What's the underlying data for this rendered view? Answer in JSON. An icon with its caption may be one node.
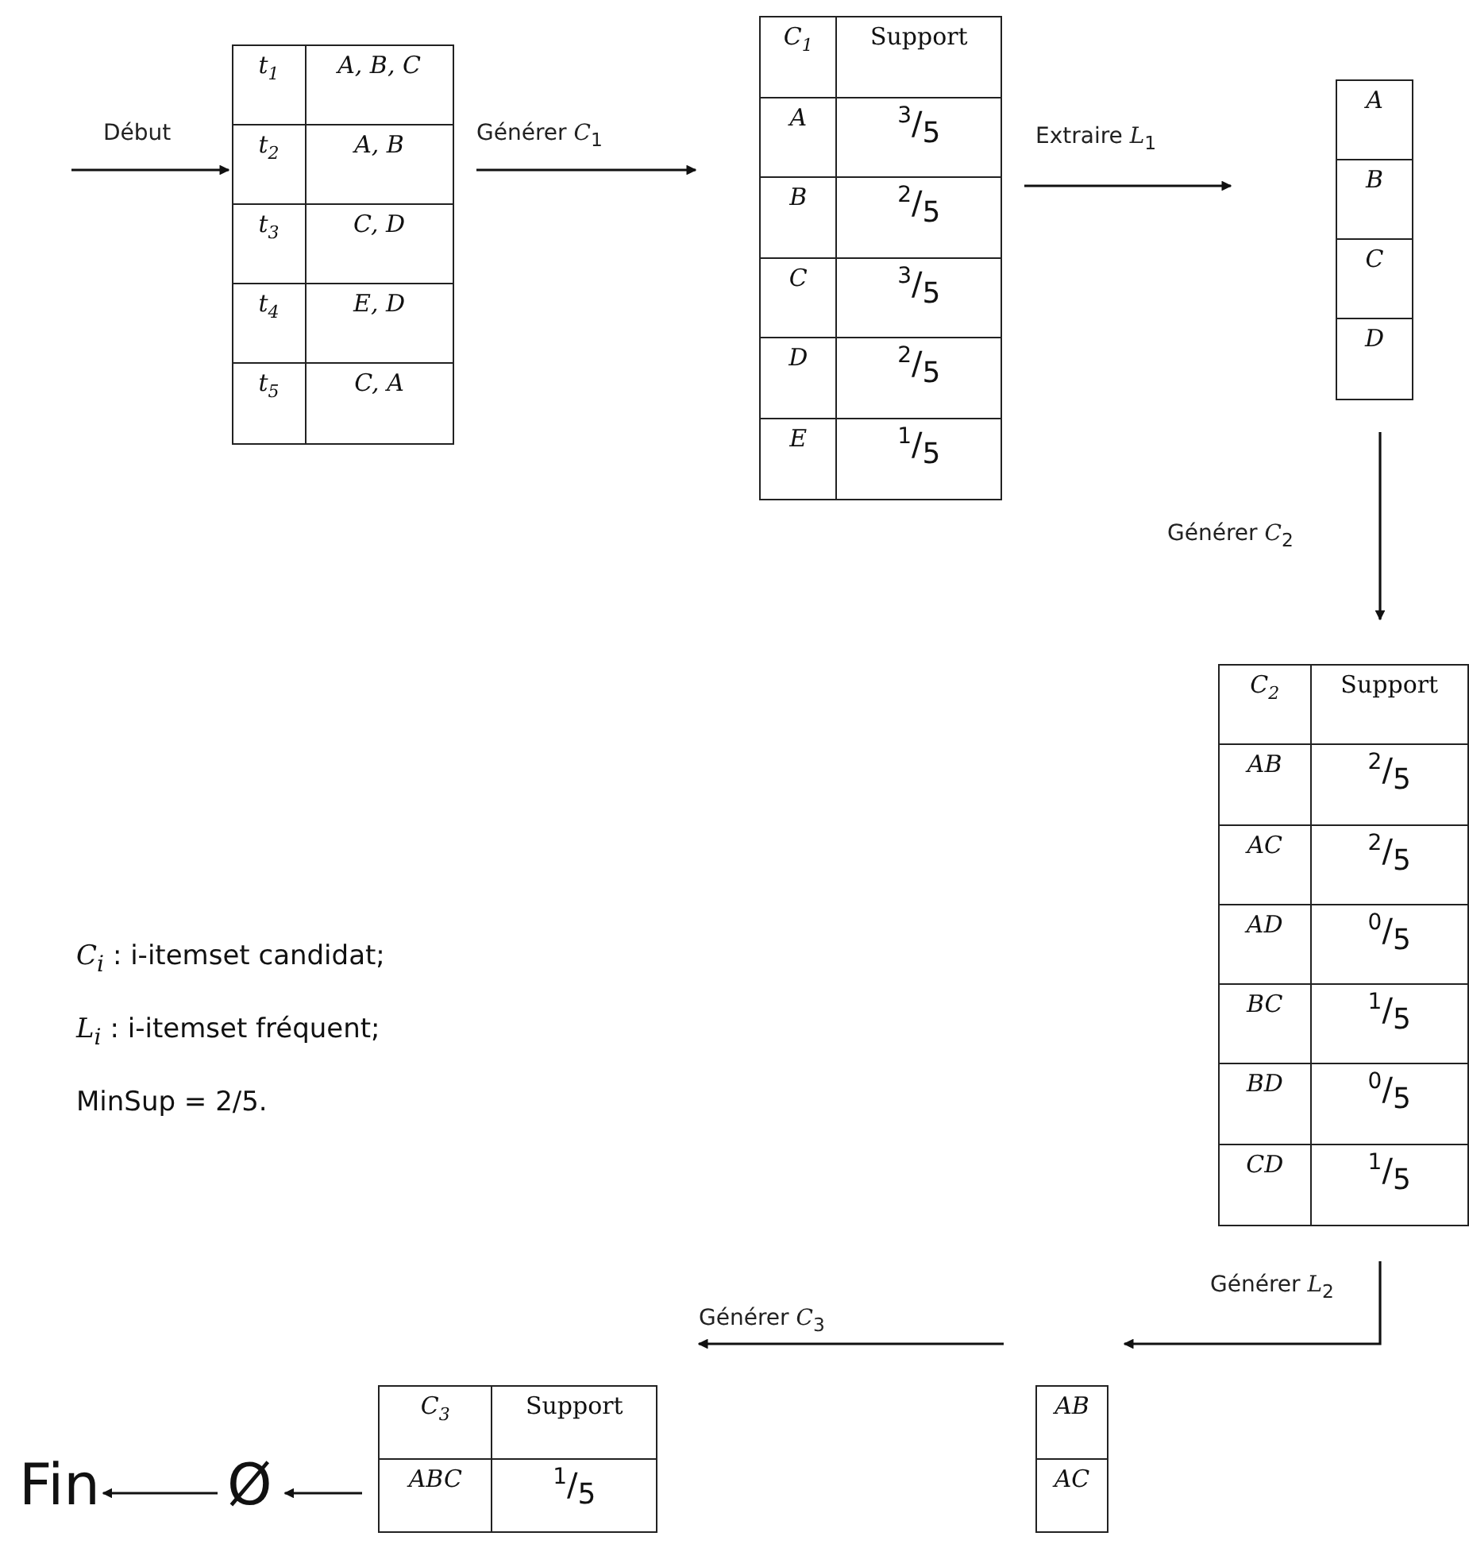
{
  "diagram": {
    "nodes": [
      {
        "text": [
          "t$_{1}$",
          "A, B, C",
          "t$_{2}$",
          "A, B",
          "t$_{3}$",
          "C, D",
          "t$_{4}$",
          "E, D",
          "t$_{5}$",
          "C, A"
        ]
      },
      {
        "text": [
          "C$_{1}$",
          "Support",
          "A",
          "$^{3}$/$_{5}$",
          "B",
          "$^{2}$/$_{5}$",
          "C",
          "$^{3}$/$_{5}$",
          "D",
          "$^{2}$/$_{5}$",
          "E",
          "$^{1}$/$_{5}$"
        ]
      },
      {
        "text": [
          "A",
          "B",
          "C",
          "D"
        ]
      },
      {
        "text": [
          "C$_{2}$",
          "Support",
          "AB",
          "$^{2}$/$_{5}$",
          "AC",
          "$^{2}$/$_{5}$",
          "AD",
          "$^{0}$/$_{5}$",
          "BC",
          "$^{1}$/$_{5}$",
          "BD",
          "$^{0}$/$_{5}$",
          "CD",
          "$^{1}$/$_{5}$"
        ]
      },
      {
        "text": [
          "AB",
          "AC"
        ]
      },
      {
        "text": [
          "C$_{3}$",
          "Support",
          "ABC",
          "$^{1}$/$_{5}$"
        ]
      },
      {
        "text": [
          "Ø"
        ]
      },
      {
        "text": [
          "Fin"
        ]
      }
    ],
    "edges": [
      {
        "from": null,
        "to": 0,
        "arrow": "to",
        "label": "Début"
      },
      {
        "from": 0,
        "to": 1,
        "arrow": "to",
        "label": "Générer *C*$_{1}$"
      },
      {
        "from": 1,
        "to": 2,
        "arrow": "to",
        "label": "Extraire *L*$_{1}$"
      },
      {
        "from": 2,
        "to": 3,
        "arrow": "to",
        "label": "Générer *C*$_{2}$"
      },
      {
        "from": 3,
        "to": 4,
        "arrow": "to",
        "label": "Générer *L*$_{2}$"
      },
      {
        "from": 4,
        "to": 5,
        "arrow": "to",
        "label": "Générer *C*$_{3}$"
      },
      {
        "from": 5,
        "to": 6,
        "arrow": "to"
      },
      {
        "from": 6,
        "to": 7,
        "arrow": "to"
      }
    ],
    "labels": [
      "*C*$_{i}$ : i-itemset candidat;",
      "*L*$_{i}$ : i-itemset fréquent;",
      "MinSup = 2/5."
    ]
  }
}
